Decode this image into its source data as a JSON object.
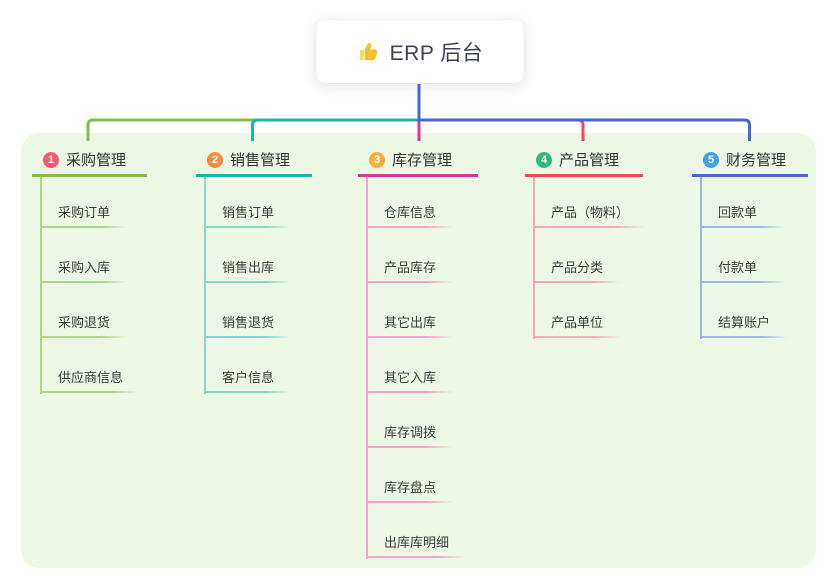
{
  "root": {
    "title": "ERP 后台",
    "icon": "thumbs-up-icon"
  },
  "colors": {
    "page_bg": "#ffffff",
    "panel_bg": "#ecf7e6",
    "root_vertical": "#4565d2"
  },
  "branches": [
    {
      "index": "1",
      "label": "采购管理",
      "badge_color": "#f4596d",
      "line_color": "#82c043",
      "light_color": "#abd97d",
      "children": [
        "采购订单",
        "采购入库",
        "采购退货",
        "供应商信息"
      ]
    },
    {
      "index": "2",
      "label": "销售管理",
      "badge_color": "#fa8c40",
      "line_color": "#17b8ac",
      "light_color": "#82d8cd",
      "children": [
        "销售订单",
        "销售出库",
        "销售退货",
        "客户信息"
      ]
    },
    {
      "index": "3",
      "label": "库存管理",
      "badge_color": "#fbae3c",
      "line_color": "#d6399b",
      "light_color": "#f2a4cd",
      "children": [
        "仓库信息",
        "产品库存",
        "其它出库",
        "其它入库",
        "库存调拨",
        "库存盘点",
        "出库库明细"
      ]
    },
    {
      "index": "4",
      "label": "产品管理",
      "badge_color": "#2fbd79",
      "line_color": "#f3495b",
      "light_color": "#f8a8b0",
      "children": [
        "产品（物料）",
        "产品分类",
        "产品单位"
      ]
    },
    {
      "index": "5",
      "label": "财务管理",
      "badge_color": "#3fa3ea",
      "line_color": "#4565d2",
      "light_color": "#9db6e8",
      "children": [
        "回款单",
        "付款单",
        "结算账户"
      ]
    }
  ]
}
